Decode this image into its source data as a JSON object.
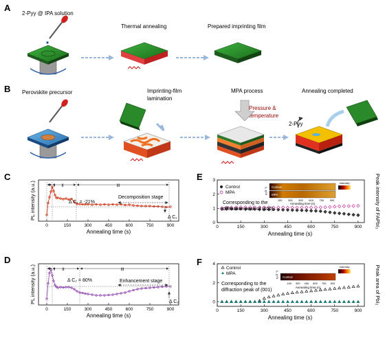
{
  "panels": {
    "A": "A",
    "B": "B",
    "C": "C",
    "D": "D",
    "E": "E",
    "F": "F"
  },
  "schematic_a": {
    "step1": "2-Pyy @ IPA solution",
    "step2": "Thermal annealing",
    "step3": "Prepared imprinting film"
  },
  "schematic_b": {
    "step1": "Perovskite precursor",
    "step2_line1": "Imprinting-film",
    "step2_line2": "lamination",
    "step3": "MPA process",
    "pressure_line1": "Pressure &",
    "pressure_line2": "temperature",
    "mol": "2-Pyy",
    "step4": "Annealing completed"
  },
  "colors": {
    "panel_c_series": "#cc2200",
    "panel_d_series": "#8a3aa8",
    "control": "#222222",
    "mpa_e": "#c0309a",
    "mpa_f": "#1a7a70",
    "pressure_text": "#990000",
    "arrow": "#9ab8dc"
  },
  "chart_data": [
    {
      "panel": "C",
      "type": "line",
      "xlabel": "Annealing time (s)",
      "ylabel": "PL intensity (a.u.)",
      "xlim": [
        -60,
        960
      ],
      "xticks": [
        0,
        150,
        300,
        450,
        600,
        750,
        900
      ],
      "yticks": false,
      "region_labels": [
        "I",
        "II",
        "III"
      ],
      "annotation_delta": "Δ C₁ = -21%",
      "annotation_stage": "Decomposition stage",
      "annotation_end": "Δ C₁",
      "x": [
        0,
        10,
        20,
        30,
        40,
        50,
        60,
        70,
        80,
        100,
        120,
        140,
        160,
        180,
        200,
        220,
        240,
        260,
        280,
        300,
        330,
        360,
        390,
        420,
        450,
        480,
        510,
        540,
        570,
        600,
        630,
        660,
        690,
        720,
        750,
        780,
        810,
        840,
        870,
        900
      ],
      "y": [
        0.1,
        0.45,
        0.62,
        0.78,
        0.92,
        0.8,
        0.68,
        0.6,
        0.6,
        0.58,
        0.56,
        0.58,
        0.55,
        0.57,
        0.48,
        0.42,
        0.42,
        0.41,
        0.41,
        0.41,
        0.4,
        0.41,
        0.4,
        0.41,
        0.4,
        0.41,
        0.4,
        0.41,
        0.39,
        0.4,
        0.38,
        0.37,
        0.36,
        0.36,
        0.36,
        0.35,
        0.35,
        0.34,
        0.33,
        0.34
      ]
    },
    {
      "panel": "D",
      "type": "line",
      "xlabel": "Annealing time (s)",
      "ylabel": "PL intensity (a.u.)",
      "xlim": [
        -60,
        960
      ],
      "xticks": [
        0,
        150,
        300,
        450,
        600,
        750,
        900
      ],
      "yticks": false,
      "region_labels": [
        "I",
        "II",
        "III"
      ],
      "annotation_delta": "Δ C₂ = 80%",
      "annotation_stage": "Enhancement stage",
      "annotation_end": "Δ C₂",
      "x": [
        0,
        10,
        20,
        30,
        40,
        50,
        60,
        70,
        80,
        100,
        120,
        140,
        160,
        180,
        200,
        220,
        240,
        260,
        280,
        300,
        330,
        360,
        390,
        420,
        450,
        480,
        510,
        540,
        570,
        600,
        630,
        660,
        690,
        720,
        750,
        780,
        810,
        840,
        870,
        900
      ],
      "y": [
        0.1,
        0.55,
        0.85,
        0.95,
        0.78,
        0.62,
        0.5,
        0.45,
        0.42,
        0.44,
        0.43,
        0.44,
        0.44,
        0.42,
        0.38,
        0.32,
        0.28,
        0.27,
        0.25,
        0.24,
        0.22,
        0.2,
        0.2,
        0.2,
        0.21,
        0.22,
        0.24,
        0.26,
        0.28,
        0.32,
        0.35,
        0.38,
        0.4,
        0.41,
        0.42,
        0.43,
        0.44,
        0.45,
        0.46,
        0.46
      ]
    },
    {
      "panel": "E",
      "type": "scatter",
      "xlabel": "Annealing time (s)",
      "ylabel": "Peak intensity of FAPbI₃",
      "xlim": [
        0,
        940
      ],
      "ylim": [
        0,
        3
      ],
      "xticks": [
        0,
        150,
        300,
        450,
        600,
        750,
        900
      ],
      "yticks": [
        0,
        1,
        2,
        3
      ],
      "legend": [
        "Control",
        "MPA"
      ],
      "annotation": "Corresponding to the diffraction peak of (100)",
      "inset_control": "Control",
      "inset_mpa": "MPA",
      "inset_xticks": [
        150,
        300,
        450,
        600,
        750,
        900
      ],
      "inset_xlabel": "Annealing time (s)",
      "inset_ylabel": "q (Å⁻¹)",
      "inset_colorbar": "Intensity",
      "series": [
        {
          "name": "Control",
          "x": [
            30,
            60,
            90,
            120,
            150,
            180,
            210,
            240,
            270,
            300,
            330,
            360,
            390,
            420,
            450,
            480,
            510,
            540,
            570,
            600,
            630,
            660,
            690,
            720,
            750,
            780,
            810,
            840,
            870,
            900
          ],
          "values": [
            0.95,
            0.96,
            0.97,
            0.96,
            0.97,
            0.96,
            0.95,
            0.95,
            0.93,
            0.93,
            0.92,
            0.92,
            0.91,
            0.9,
            0.89,
            0.88,
            0.87,
            0.86,
            0.85,
            0.83,
            0.82,
            0.8,
            0.76,
            0.72,
            0.68,
            0.65,
            0.62,
            0.58,
            0.55,
            0.52
          ]
        },
        {
          "name": "MPA",
          "x": [
            30,
            60,
            90,
            120,
            150,
            180,
            210,
            240,
            270,
            300,
            330,
            360,
            390,
            420,
            450,
            480,
            510,
            540,
            570,
            600,
            630,
            660,
            690,
            720,
            750,
            780,
            810,
            840,
            870,
            900
          ],
          "values": [
            1.02,
            1.04,
            1.06,
            1.06,
            1.08,
            1.08,
            1.07,
            1.06,
            1.06,
            1.06,
            1.06,
            1.05,
            1.06,
            1.06,
            1.05,
            1.06,
            1.05,
            1.06,
            1.06,
            1.06,
            1.06,
            1.07,
            1.08,
            1.1,
            1.12,
            1.14,
            1.15,
            1.16,
            1.17,
            1.18
          ]
        }
      ]
    },
    {
      "panel": "F",
      "type": "scatter",
      "xlabel": "Annealing time (s)",
      "ylabel": "Peak area of PbI₂",
      "xlim": [
        0,
        940
      ],
      "ylim": [
        -0.5,
        4
      ],
      "xticks": [
        0,
        150,
        300,
        450,
        600,
        750,
        900
      ],
      "yticks": [
        0,
        2,
        4
      ],
      "legend": [
        "Control",
        "MPA"
      ],
      "annotation": "Corresponding to the diffraction peak of (001)",
      "inset_control": "Control",
      "inset_xticks": [
        150,
        300,
        450,
        600,
        750,
        900
      ],
      "inset_xlabel": "Annealing time (s)",
      "inset_ylabel": "q (Å⁻¹)",
      "inset_colorbar": "Intensity",
      "series": [
        {
          "name": "Control",
          "x": [
            30,
            60,
            90,
            120,
            150,
            180,
            210,
            240,
            270,
            300,
            330,
            360,
            390,
            420,
            450,
            480,
            510,
            540,
            570,
            600,
            630,
            660,
            690,
            720,
            750,
            780,
            810,
            840,
            870,
            900
          ],
          "values": [
            0,
            0,
            0,
            0,
            0,
            0,
            0,
            0,
            0.1,
            0.35,
            0.5,
            0.6,
            0.7,
            0.8,
            0.88,
            0.95,
            1.0,
            1.05,
            1.1,
            1.15,
            1.2,
            1.25,
            1.3,
            1.35,
            1.4,
            1.45,
            1.5,
            1.55,
            1.6,
            1.65
          ]
        },
        {
          "name": "MPA",
          "x": [
            30,
            60,
            90,
            120,
            150,
            180,
            210,
            240,
            270,
            300,
            330,
            360,
            390,
            420,
            450,
            480,
            510,
            540,
            570,
            600,
            630,
            660,
            690,
            720,
            750,
            780,
            810,
            840,
            870,
            900
          ],
          "values": [
            0,
            0,
            0,
            0,
            0,
            0,
            0,
            0,
            0,
            0,
            0,
            0,
            0,
            0,
            0,
            0,
            0,
            0,
            0,
            0,
            0,
            0,
            0,
            0,
            0,
            0,
            0,
            0,
            0,
            0
          ]
        }
      ]
    }
  ]
}
